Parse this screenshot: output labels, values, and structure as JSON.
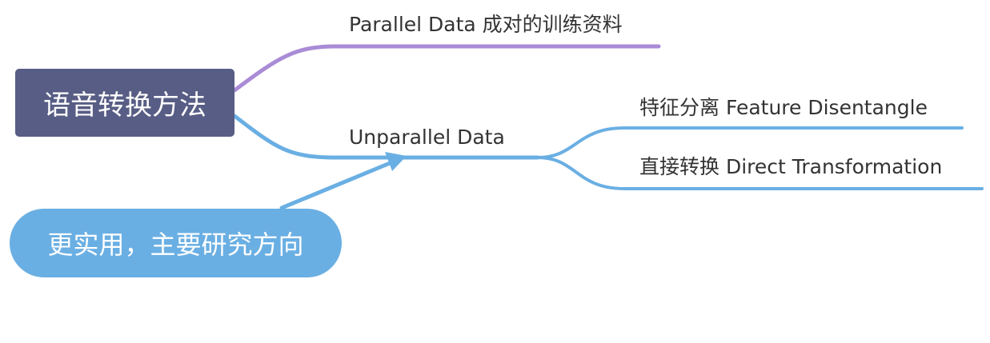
{
  "root": {
    "label": "语音转换方法"
  },
  "branches": [
    {
      "label": "Parallel Data 成对的训练资料",
      "color": "#a98bd6"
    },
    {
      "label": "Unparallel Data",
      "color": "#6aafe3",
      "children": [
        {
          "label": "特征分离 Feature Disentangle"
        },
        {
          "label": "直接转换 Direct Transformation"
        }
      ]
    }
  ],
  "note": {
    "label": "更实用，主要研究方向",
    "color": "#6aafe3"
  },
  "colors": {
    "root_fill": "#585d85",
    "text": "#333333"
  }
}
